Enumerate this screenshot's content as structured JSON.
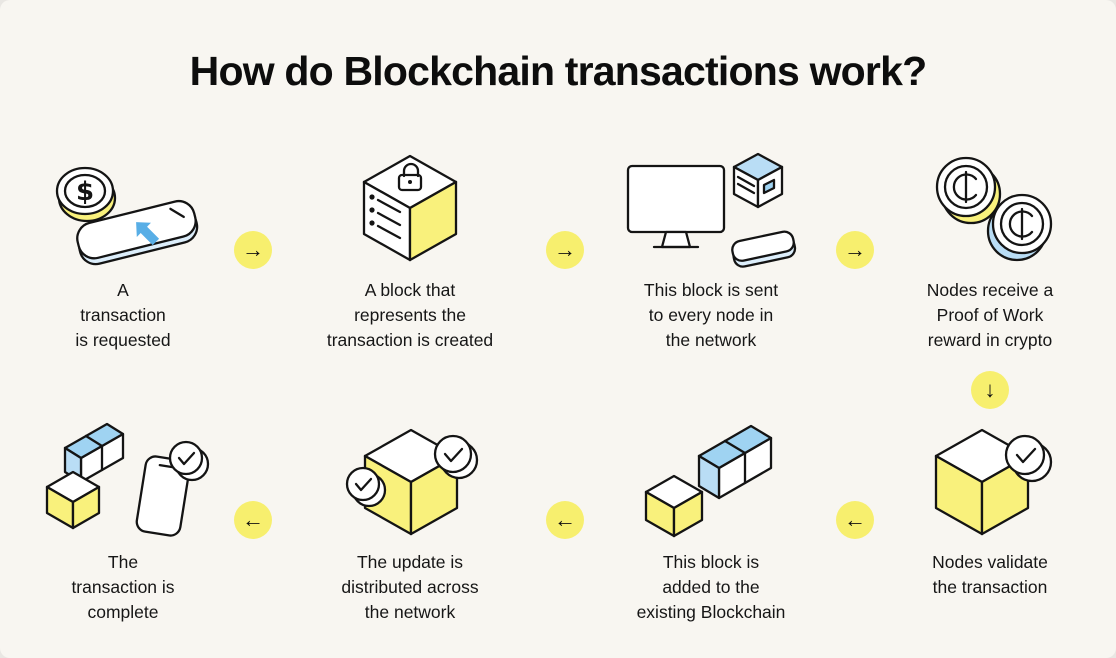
{
  "title": "How do Blockchain transactions work?",
  "colors": {
    "background": "#f8f6f1",
    "accent_yellow": "#f7ef6e",
    "icon_yellow": "#f9f17c",
    "icon_blue": "#b9ddf5",
    "text": "#141414"
  },
  "arrows": {
    "right": "→",
    "left": "←",
    "down": "↓"
  },
  "steps": [
    {
      "label": "A\ntransaction\nis requested",
      "icon": "phone-coin-icon"
    },
    {
      "label": "A block that\nrepresents the\ntransaction is created",
      "icon": "block-created-icon"
    },
    {
      "label": "This block is sent\nto every node in\nthe network",
      "icon": "network-devices-icon"
    },
    {
      "label": "Nodes receive a\nProof of Work\nreward in crypto",
      "icon": "crypto-coins-icon"
    },
    {
      "label": "Nodes validate\nthe transaction",
      "icon": "validate-block-icon"
    },
    {
      "label": "This block is\nadded to the\nexisting Blockchain",
      "icon": "blockchain-add-icon"
    },
    {
      "label": "The update is\ndistributed across\nthe network",
      "icon": "update-distributed-icon"
    },
    {
      "label": "The\ntransaction is\ncomplete",
      "icon": "transaction-complete-icon"
    }
  ]
}
